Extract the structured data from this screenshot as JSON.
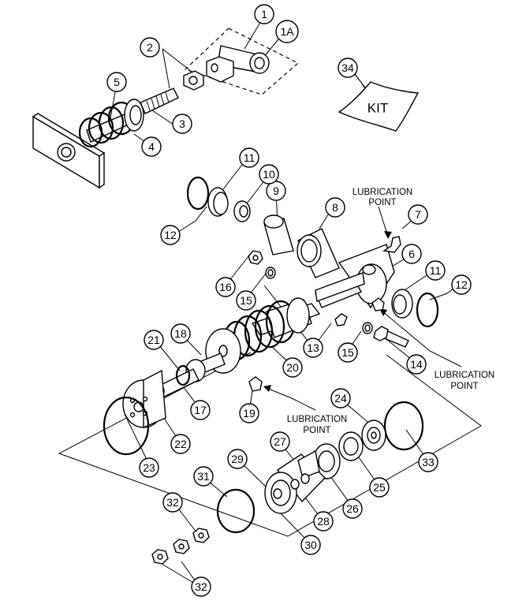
{
  "callouts": [
    "1",
    "1A",
    "2",
    "3",
    "4",
    "5",
    "6",
    "7",
    "8",
    "9",
    "10",
    "11",
    "11",
    "12",
    "12",
    "13",
    "14",
    "15",
    "15",
    "16",
    "17",
    "18",
    "19",
    "20",
    "21",
    "22",
    "23",
    "24",
    "25",
    "26",
    "27",
    "28",
    "29",
    "30",
    "31",
    "32",
    "32",
    "34"
  ],
  "notes": {
    "lubrication_label": "LUBRICATION",
    "point_label": "POINT"
  },
  "kit_label": "KIT"
}
